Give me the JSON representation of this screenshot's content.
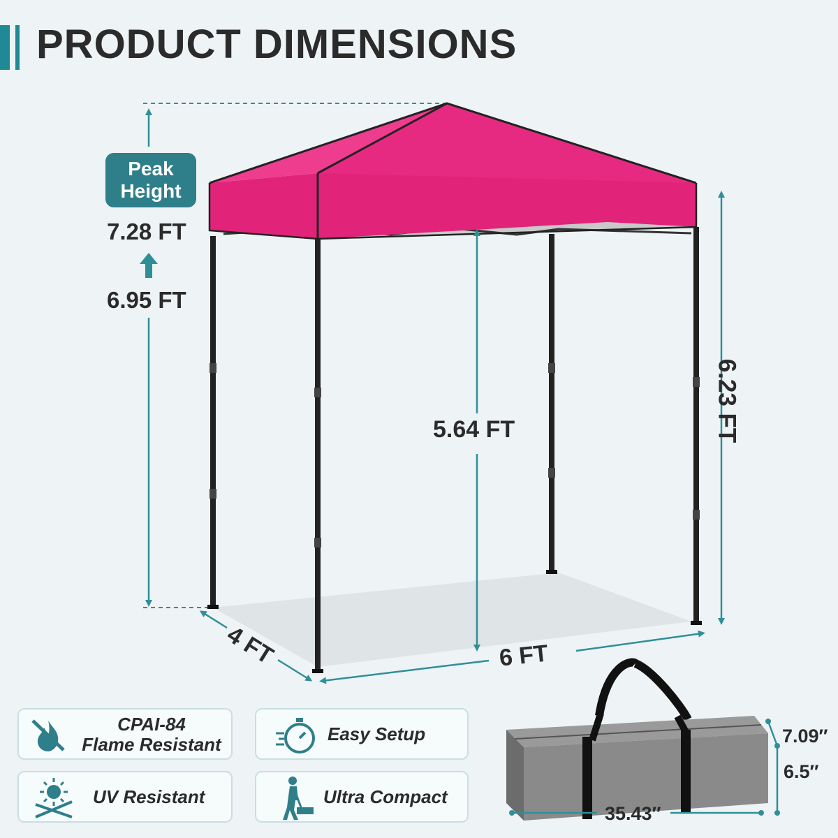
{
  "header": {
    "title": "PRODUCT DIMENSIONS"
  },
  "peak": {
    "label_line1": "Peak",
    "label_line2": "Height"
  },
  "dimensions": {
    "peak_high": "7.28 FT",
    "peak_low": "6.95 FT",
    "side_height": "6.23 FT",
    "inner_height": "5.64 FT",
    "width": "6 FT",
    "depth": "4 FT"
  },
  "features": [
    {
      "line1": "CPAI-84",
      "line2": "Flame Resistant",
      "icon": "flame-resistant-icon"
    },
    {
      "line1": "Easy Setup",
      "icon": "stopwatch-icon"
    },
    {
      "line1": "UV Resistant",
      "icon": "sun-uv-icon"
    },
    {
      "line1": "Ultra Compact",
      "icon": "person-carrying-bag-icon"
    }
  ],
  "bag": {
    "height": "7.09″",
    "depth": "6.5″",
    "length": "35.43″"
  },
  "colors": {
    "accent": "#1f8a96",
    "canopy": "#e2237a",
    "frame": "#222222",
    "bag": "#8e8e8e"
  }
}
